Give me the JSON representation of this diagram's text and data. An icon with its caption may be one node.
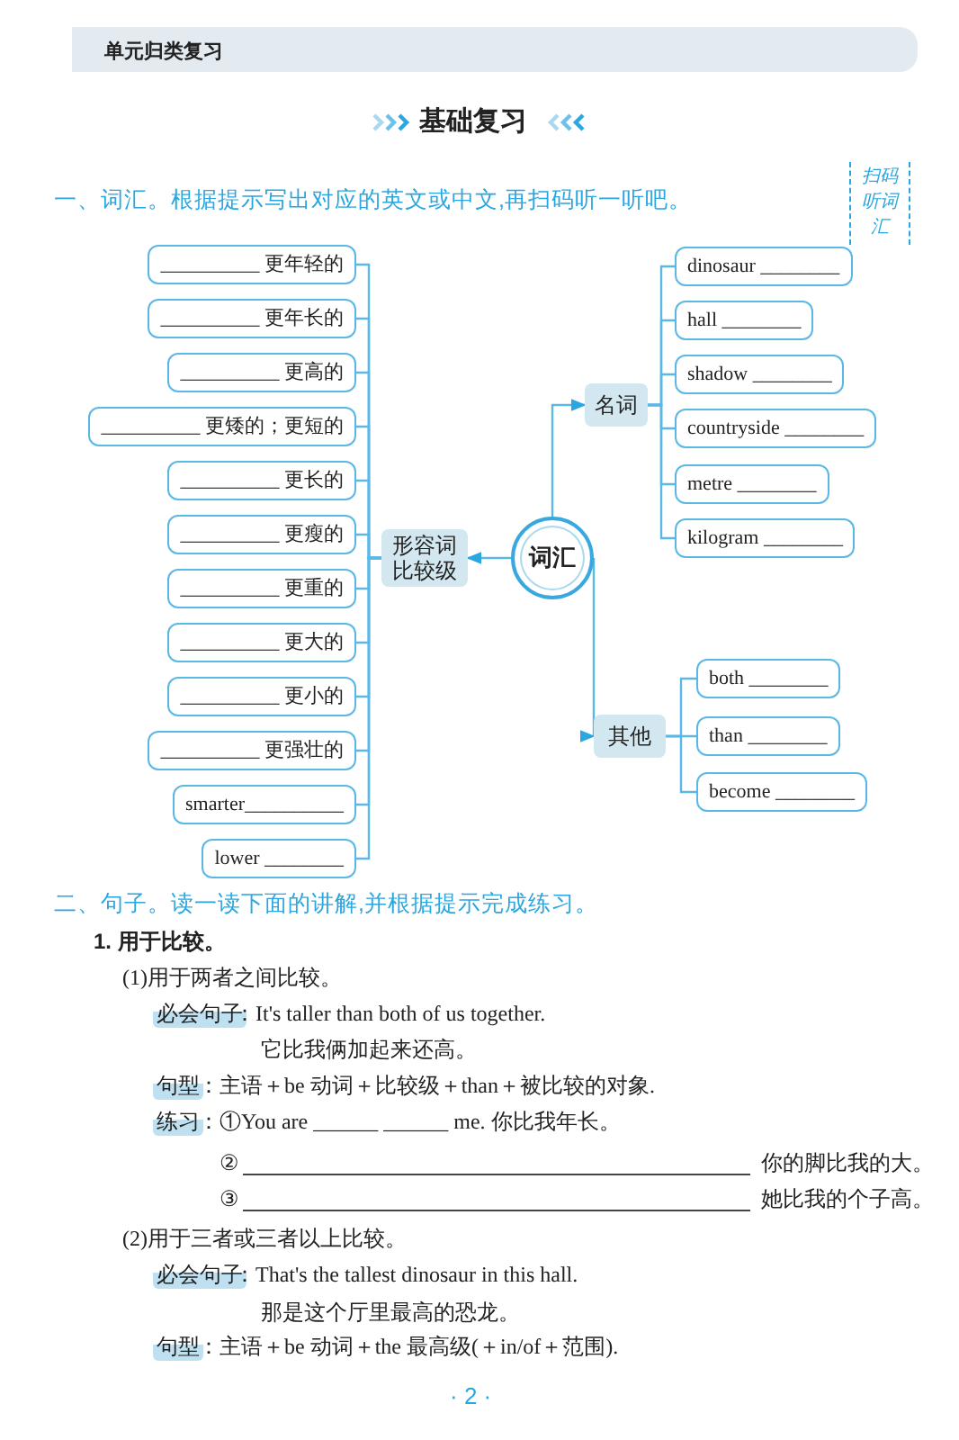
{
  "diagram": {
    "nodes": [
      {
        "text": [
          "词汇"
        ]
      },
      {
        "text": [
          "形容词比较级"
        ]
      },
      {
        "text": [
          "__________ 更年轻的"
        ]
      },
      {
        "text": [
          "__________ 更年长的"
        ]
      },
      {
        "text": [
          "__________ 更高的"
        ]
      },
      {
        "text": [
          "__________ 更矮的；更短的"
        ]
      },
      {
        "text": [
          "__________ 更长的"
        ]
      },
      {
        "text": [
          "__________ 更瘦的"
        ]
      },
      {
        "text": [
          "__________ 更重的"
        ]
      },
      {
        "text": [
          "__________ 更大的"
        ]
      },
      {
        "text": [
          "__________ 更小的"
        ]
      },
      {
        "text": [
          "__________ 更强壮的"
        ]
      },
      {
        "text": [
          "smarter__________"
        ]
      },
      {
        "text": [
          "lower ________"
        ]
      },
      {
        "text": [
          "名词"
        ]
      },
      {
        "text": [
          "dinosaur ________"
        ]
      },
      {
        "text": [
          "hall ________"
        ]
      },
      {
        "text": [
          "shadow ________"
        ]
      },
      {
        "text": [
          "countryside ________"
        ]
      },
      {
        "text": [
          "metre ________"
        ]
      },
      {
        "text": [
          "kilogram ________"
        ]
      },
      {
        "text": [
          "其他"
        ]
      },
      {
        "text": [
          "both ________"
        ]
      },
      {
        "text": [
          "than ________"
        ]
      },
      {
        "text": [
          "become ________"
        ]
      }
    ],
    "edges": [
      {
        "from": 0,
        "to": 1,
        "arrow": "to"
      },
      {
        "from": 1,
        "to": 2,
        "arrow": "none"
      },
      {
        "from": 1,
        "to": 3,
        "arrow": "none"
      },
      {
        "from": 1,
        "to": 4,
        "arrow": "none"
      },
      {
        "from": 1,
        "to": 5,
        "arrow": "none"
      },
      {
        "from": 1,
        "to": 6,
        "arrow": "none"
      },
      {
        "from": 1,
        "to": 7,
        "arrow": "none"
      },
      {
        "from": 1,
        "to": 8,
        "arrow": "none"
      },
      {
        "from": 1,
        "to": 9,
        "arrow": "none"
      },
      {
        "from": 1,
        "to": 10,
        "arrow": "none"
      },
      {
        "from": 1,
        "to": 11,
        "arrow": "none"
      },
      {
        "from": 1,
        "to": 12,
        "arrow": "none"
      },
      {
        "from": 1,
        "to": 13,
        "arrow": "none"
      },
      {
        "from": 0,
        "to": 14,
        "arrow": "to"
      },
      {
        "from": 14,
        "to": 15,
        "arrow": "none"
      },
      {
        "from": 14,
        "to": 16,
        "arrow": "none"
      },
      {
        "from": 14,
        "to": 17,
        "arrow": "none"
      },
      {
        "from": 14,
        "to": 18,
        "arrow": "none"
      },
      {
        "from": 14,
        "to": 19,
        "arrow": "none"
      },
      {
        "from": 14,
        "to": 20,
        "arrow": "none"
      },
      {
        "from": 0,
        "to": 21,
        "arrow": "to"
      },
      {
        "from": 21,
        "to": 22,
        "arrow": "none"
      },
      {
        "from": 21,
        "to": 23,
        "arrow": "none"
      },
      {
        "from": 21,
        "to": 24,
        "arrow": "none"
      }
    ],
    "labels": [
      "单元归类复习",
      "基础复习",
      "一、词汇。根据提示写出对应的英文或中文,再扫码听一听吧。",
      "扫码听词汇",
      "二、句子。读一读下面的讲解,并根据提示完成练习。",
      "1. 用于比较。",
      "(1)用于两者之间比较。",
      "必会句子",
      "：It's taller than both of us together.",
      "它比我俩加起来还高。",
      "句型",
      "：主语＋be 动词＋比较级＋than＋被比较的对象.",
      "练习",
      "：①You are ______ ______ me. 你比我年长。",
      "②",
      "你的脚比我的大。",
      "③",
      "她比我的个子高。",
      "(2)用于三者或三者以上比较。",
      "必会句子",
      "：That's the tallest dinosaur in this hall.",
      "那是这个厅里最高的恐龙。",
      "句型",
      "：主语＋be 动词＋the 最高级(＋in/of＋范围).",
      "· 2 ·"
    ]
  }
}
